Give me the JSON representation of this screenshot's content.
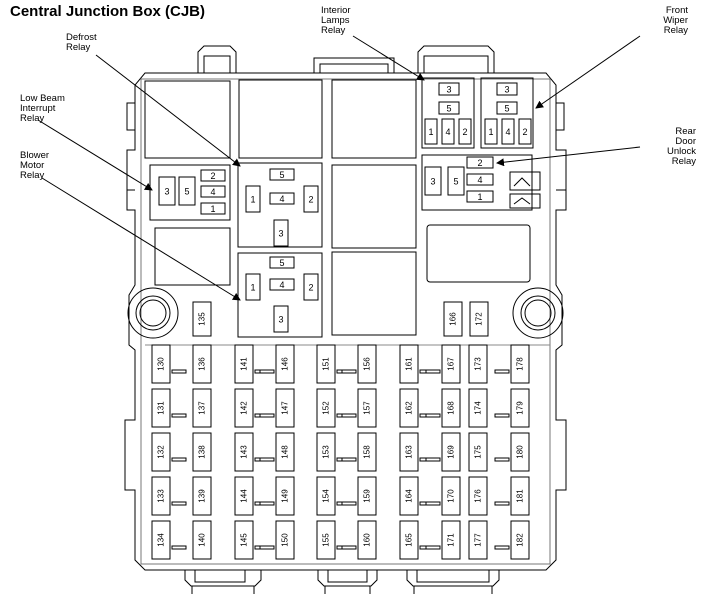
{
  "title": "Central Junction Box (CJB)",
  "callouts": {
    "defrost": "Defrost\nRelay",
    "interior": "Interior\nLamps\nRelay",
    "front_wiper": "Front\nWiper\nRelay",
    "low_beam": "Low Beam\nInterrupt\nRelay",
    "rear_door": "Rear\nDoor\nUnlock\nRelay",
    "blower": "Blower\nMotor\nRelay"
  },
  "relay_pins": {
    "interior_lamps": [
      "3",
      "5",
      "1",
      "4",
      "2"
    ],
    "front_wiper": [
      "3",
      "5",
      "1",
      "4",
      "2"
    ],
    "low_beam": [
      "2",
      "3",
      "5",
      "4",
      "1"
    ],
    "defrost": [
      "5",
      "1",
      "4",
      "2",
      "3"
    ],
    "blower": [
      "5",
      "1",
      "4",
      "2",
      "3"
    ],
    "rear_door": [
      "2",
      "3",
      "5",
      "4",
      "1"
    ]
  },
  "fuses": {
    "top": [
      "135",
      "166",
      "172"
    ],
    "columns": [
      [
        "130",
        "131",
        "132",
        "133",
        "134"
      ],
      [
        "136",
        "137",
        "138",
        "139",
        "140"
      ],
      [
        "141",
        "142",
        "143",
        "144",
        "145"
      ],
      [
        "146",
        "147",
        "148",
        "149",
        "150"
      ],
      [
        "151",
        "152",
        "153",
        "154",
        "155"
      ],
      [
        "156",
        "157",
        "158",
        "159",
        "160"
      ],
      [
        "161",
        "162",
        "163",
        "164",
        "165"
      ],
      [
        "167",
        "168",
        "169",
        "170",
        "171"
      ],
      [
        "173",
        "174",
        "175",
        "176",
        "177"
      ],
      [
        "178",
        "179",
        "180",
        "181",
        "182"
      ]
    ]
  }
}
